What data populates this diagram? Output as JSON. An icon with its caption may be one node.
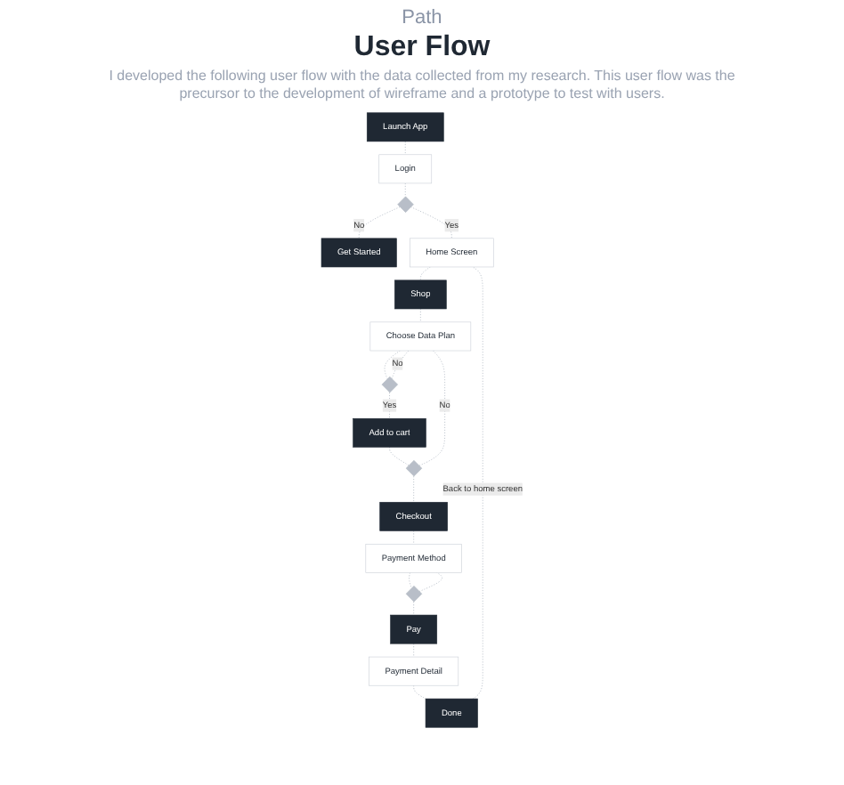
{
  "diagram": {
    "title": "User Flow",
    "nodes": [
      {
        "text": [
          "Launch App"
        ]
      },
      {
        "text": [
          "Login"
        ]
      },
      {
        "text": [],
        "shape": "diamond"
      },
      {
        "text": [
          "Get Started"
        ]
      },
      {
        "text": [
          "Home Screen"
        ]
      },
      {
        "text": [
          "Shop"
        ]
      },
      {
        "text": [
          "Choose Data Plan"
        ]
      },
      {
        "text": [],
        "shape": "diamond"
      },
      {
        "text": [
          "Add to cart"
        ]
      },
      {
        "text": [],
        "shape": "diamond"
      },
      {
        "text": [
          "Checkout"
        ]
      },
      {
        "text": [
          "Payment Method"
        ]
      },
      {
        "text": [],
        "shape": "diamond"
      },
      {
        "text": [
          "Pay"
        ]
      },
      {
        "text": [
          "Payment Detail"
        ]
      },
      {
        "text": [
          "Done"
        ]
      }
    ],
    "edges": [
      {
        "from": 0,
        "to": 1,
        "arrow": "none"
      },
      {
        "from": 1,
        "to": 2,
        "arrow": "none"
      },
      {
        "from": 2,
        "to": 3,
        "label": "No",
        "arrow": "none"
      },
      {
        "from": 2,
        "to": 4,
        "label": "Yes",
        "arrow": "none"
      },
      {
        "from": 4,
        "to": 5,
        "arrow": "none"
      },
      {
        "from": 5,
        "to": 6,
        "arrow": "none"
      },
      {
        "from": 6,
        "to": 7,
        "arrow": "none"
      },
      {
        "from": 7,
        "to": 6,
        "label": "No",
        "arrow": "none"
      },
      {
        "from": 7,
        "to": 8,
        "label": "Yes",
        "arrow": "none"
      },
      {
        "from": 8,
        "to": 9,
        "arrow": "none"
      },
      {
        "from": 6,
        "to": 9,
        "label": "No",
        "arrow": "none"
      },
      {
        "from": 9,
        "to": 10,
        "arrow": "none"
      },
      {
        "from": 10,
        "to": 11,
        "arrow": "none"
      },
      {
        "from": 11,
        "to": 12,
        "arrow": "none"
      },
      {
        "from": 12,
        "to": 11,
        "arrow": "none"
      },
      {
        "from": 12,
        "to": 13,
        "arrow": "none"
      },
      {
        "from": 13,
        "to": 14,
        "arrow": "none"
      },
      {
        "from": 14,
        "to": 15,
        "arrow": "none"
      },
      {
        "from": 15,
        "to": 4,
        "label": "Back to home screen",
        "arrow": "none"
      }
    ],
    "labels": [
      "Path",
      "I developed the following user flow with the data collected from my research. This user flow was the precursor to the development of wireframe and a prototype to test with users."
    ]
  }
}
